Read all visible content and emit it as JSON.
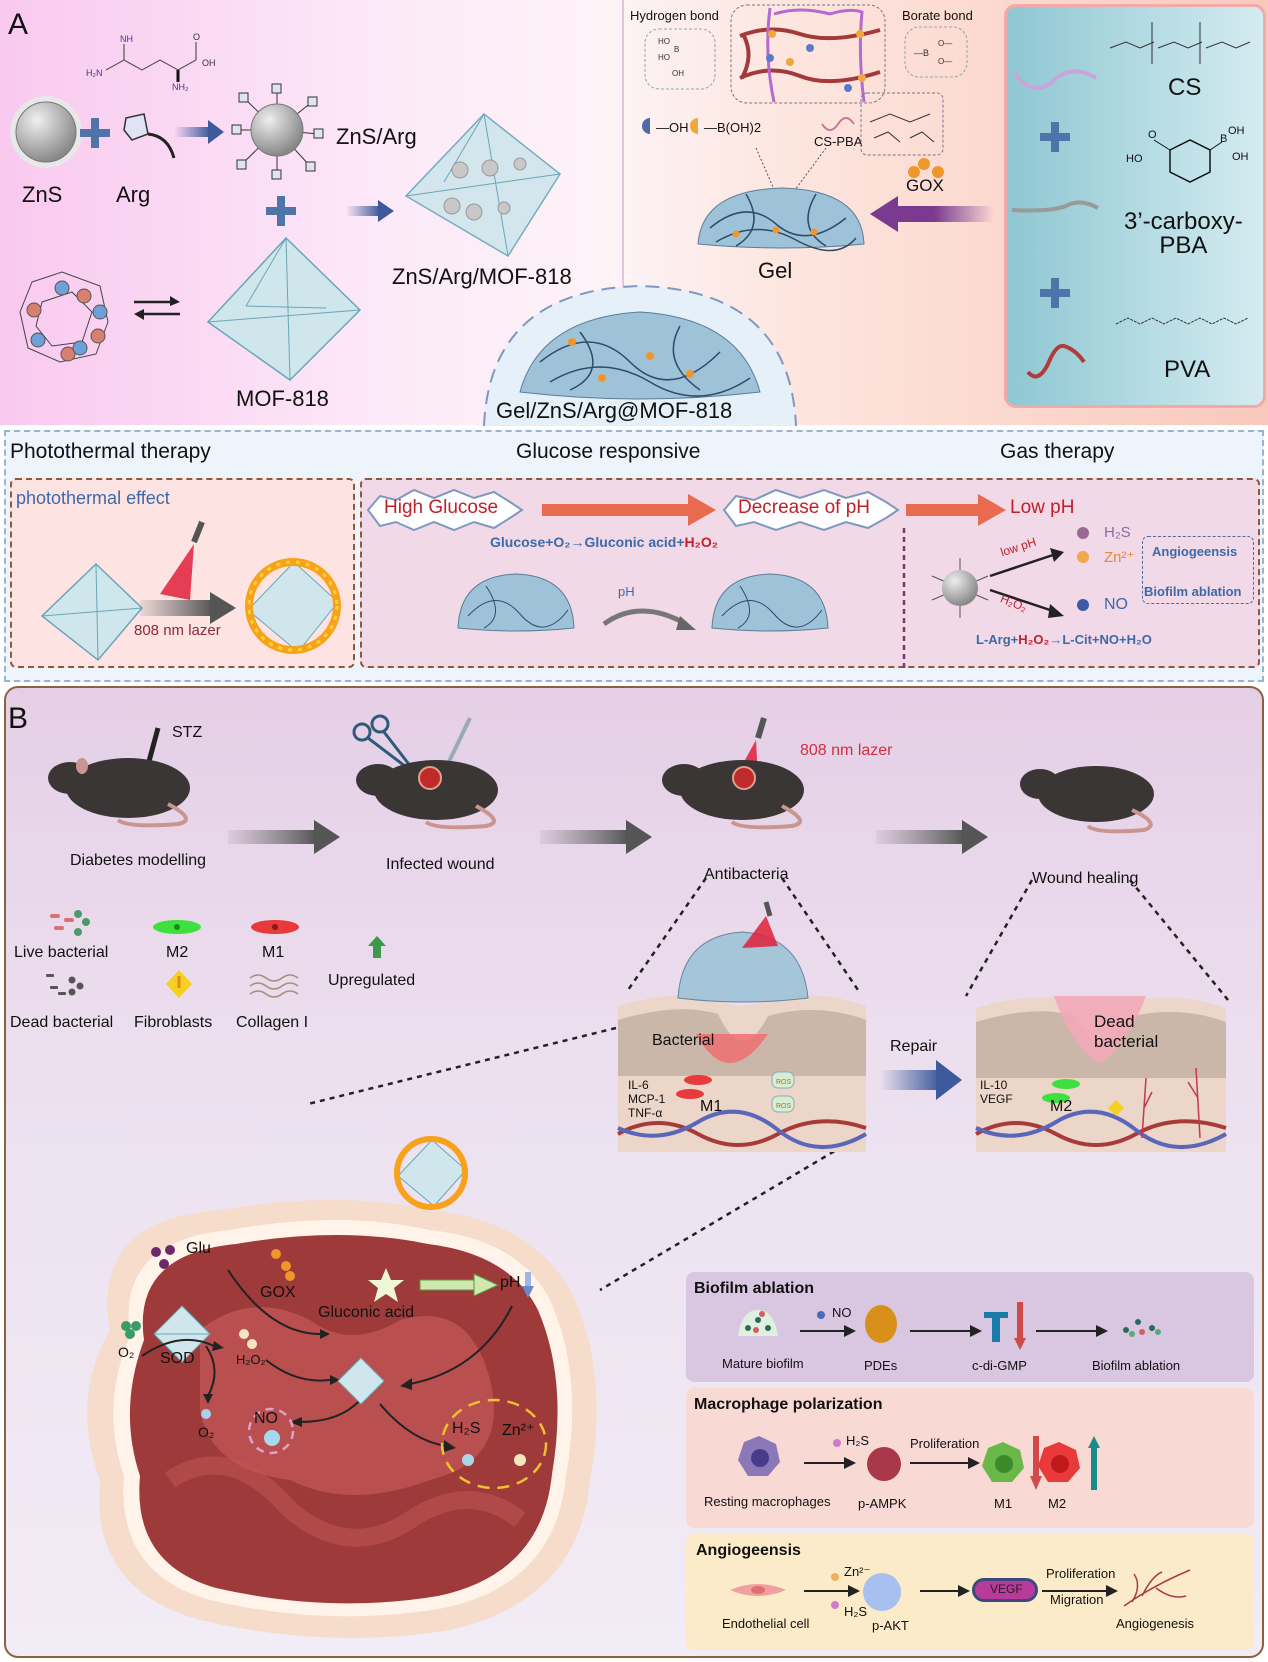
{
  "panel_a": {
    "letter": "A",
    "synthesis": {
      "zns_label": "ZnS",
      "arg_label": "Arg",
      "zns_arg_label": "ZnS/Arg",
      "zns_arg_mof_label": "ZnS/Arg/MOF-818",
      "mof_label": "MOF-818",
      "composite_label": "Gel/ZnS/Arg@MOF-818",
      "arginine_structure_atoms": [
        "NH",
        "H2N",
        "N",
        "H",
        "O",
        "OH",
        "NH2"
      ]
    },
    "gel": {
      "hydrogen_bond_label": "Hydrogen bond",
      "borate_bond_label": "Borate bond",
      "legend_oh": "—OH",
      "legend_boh": "—B(OH)2",
      "cs_pba_label": "CS-PBA",
      "gox_label": "GOX",
      "gel_label": "Gel"
    },
    "components": [
      {
        "name": "CS",
        "color": "#c9a6d9"
      },
      {
        "name": "3’-carboxy-PBA",
        "line1": "3’-carboxy-",
        "line2": "PBA",
        "color": "#9a9a9a"
      },
      {
        "name": "PVA",
        "color": "#b23a3a"
      }
    ]
  },
  "therapies": {
    "headers": [
      "Photothermal therapy",
      "Glucose responsive",
      "Gas therapy"
    ],
    "photothermal": {
      "effect_label": "photothermal effect",
      "laser_label": "808 nm lazer"
    },
    "glucose": {
      "high_glucose": "High Glucose",
      "decrease_ph": "Decrease of pH",
      "equation_blue": "Glucose+O₂→Gluconic acid+",
      "equation_red": "H₂O₂",
      "ph_label": "pH"
    },
    "gas": {
      "low_ph": "Low pH",
      "low_ph_arrow": "low pH",
      "h2o2_arrow": "H₂O₂",
      "h2s": "H₂S",
      "zn": "Zn²⁺",
      "no": "NO",
      "effects": [
        "Angiogeensis",
        "Biofilm ablation"
      ],
      "equation_a": "L-Arg+",
      "equation_b": "H₂O₂",
      "equation_c": "→L-Cit+NO+H₂O"
    }
  },
  "panel_b": {
    "letter": "B",
    "steps": [
      {
        "label": "Diabetes modelling",
        "tag": "STZ"
      },
      {
        "label": "Infected wound"
      },
      {
        "label": "Antibacteria",
        "tag": "808 nm lazer"
      },
      {
        "label": "Wound healing"
      }
    ],
    "legend": [
      {
        "label": "Live bacterial"
      },
      {
        "label": "M2"
      },
      {
        "label": "M1"
      },
      {
        "label": "Upregulated"
      },
      {
        "label": "Dead bacterial"
      },
      {
        "label": "Fibroblasts"
      },
      {
        "label": "Collagen I"
      }
    ],
    "tissue_left": {
      "bacterial": "Bacterial",
      "markers": [
        "IL-6",
        "MCP-1",
        "TNF-α"
      ],
      "cell": "M1",
      "ros": "ROS"
    },
    "repair_label": "Repair",
    "tissue_right": {
      "dead_line1": "Dead",
      "dead_line2": "bacterial",
      "markers": [
        "IL-10",
        "VEGF"
      ],
      "cell": "M2"
    },
    "mechanism": {
      "glu": "Glu",
      "gox": "GOX",
      "gluconic": "Gluconic acid",
      "ph": "pH",
      "o2_in": "O₂",
      "sod": "SOD",
      "h2o2": "H₂O₂",
      "o2_out": "O₂",
      "no": "NO",
      "h2s": "H₂S",
      "zn": "Zn²⁺"
    },
    "biofilm": {
      "title": "Biofilm ablation",
      "no": "NO",
      "steps": [
        "Mature biofilm",
        "PDEs",
        "c-di-GMP",
        "Biofilm ablation"
      ]
    },
    "macrophage": {
      "title": "Macrophage polarization",
      "h2s": "H₂S",
      "proliferation": "Proliferation",
      "steps": [
        "Resting macrophages",
        "p-AMPK",
        "M1",
        "M2"
      ]
    },
    "angiogenesis": {
      "title": "Angiogeensis",
      "zn": "Zn²⁻",
      "h2s": "H₂S",
      "vegf": "VEGF",
      "proliferation": "Proliferation",
      "migration": "Migration",
      "steps": [
        "Endothelial cell",
        "p-AKT",
        "Angiogenesis"
      ]
    }
  },
  "colors": {
    "accent_blue": "#3c6aa8",
    "accent_red": "#c0202a",
    "arrow_navy": "#3f5a9c",
    "arrow_purple": "#7a3a8f",
    "arrow_salmon": "#e86a50",
    "wound_red": "#a8373d"
  }
}
